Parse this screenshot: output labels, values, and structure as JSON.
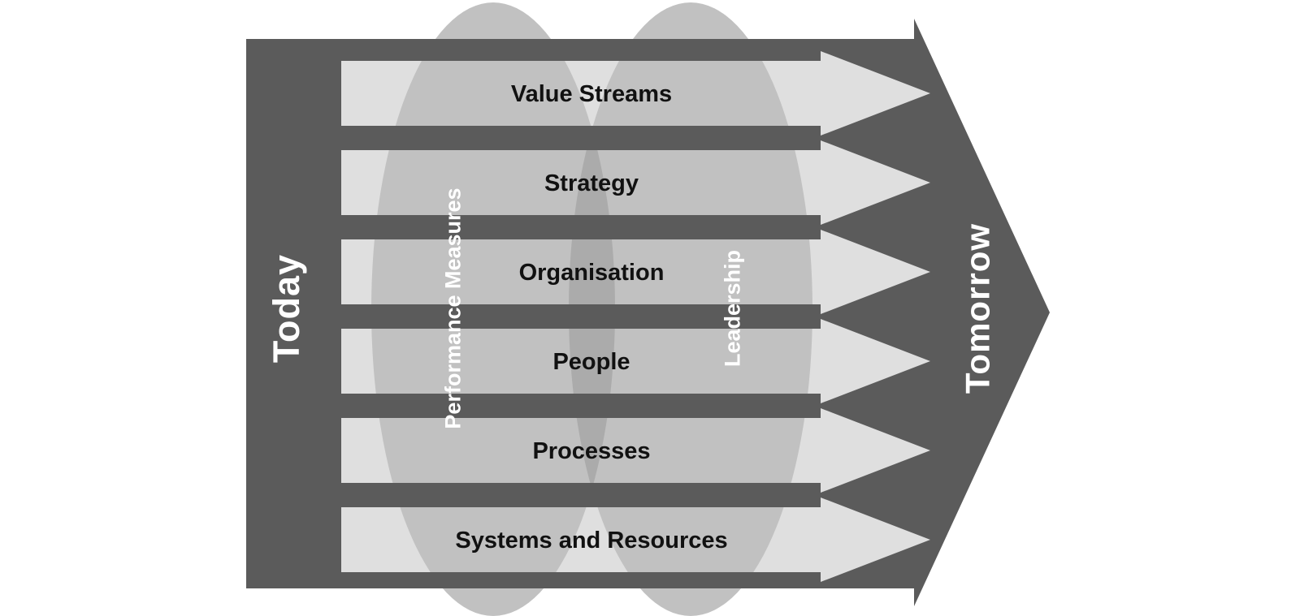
{
  "diagram": {
    "left_label": "Today",
    "right_label": "Tomorrow",
    "ellipse_labels": {
      "left": "Performance Measures",
      "right": "Leadership"
    },
    "rows": [
      "Value Streams",
      "Strategy",
      "Organisation",
      "People",
      "Processes",
      "Systems and Resources"
    ],
    "colors": {
      "background": "#ffffff",
      "dark_arrow": "#5b5b5b",
      "row_arrow": "#dfdfdf",
      "ellipse": "#c1c1c1",
      "ellipse_overlap": "#ababab",
      "row_text": "#111111",
      "side_text": "#ffffff"
    }
  }
}
